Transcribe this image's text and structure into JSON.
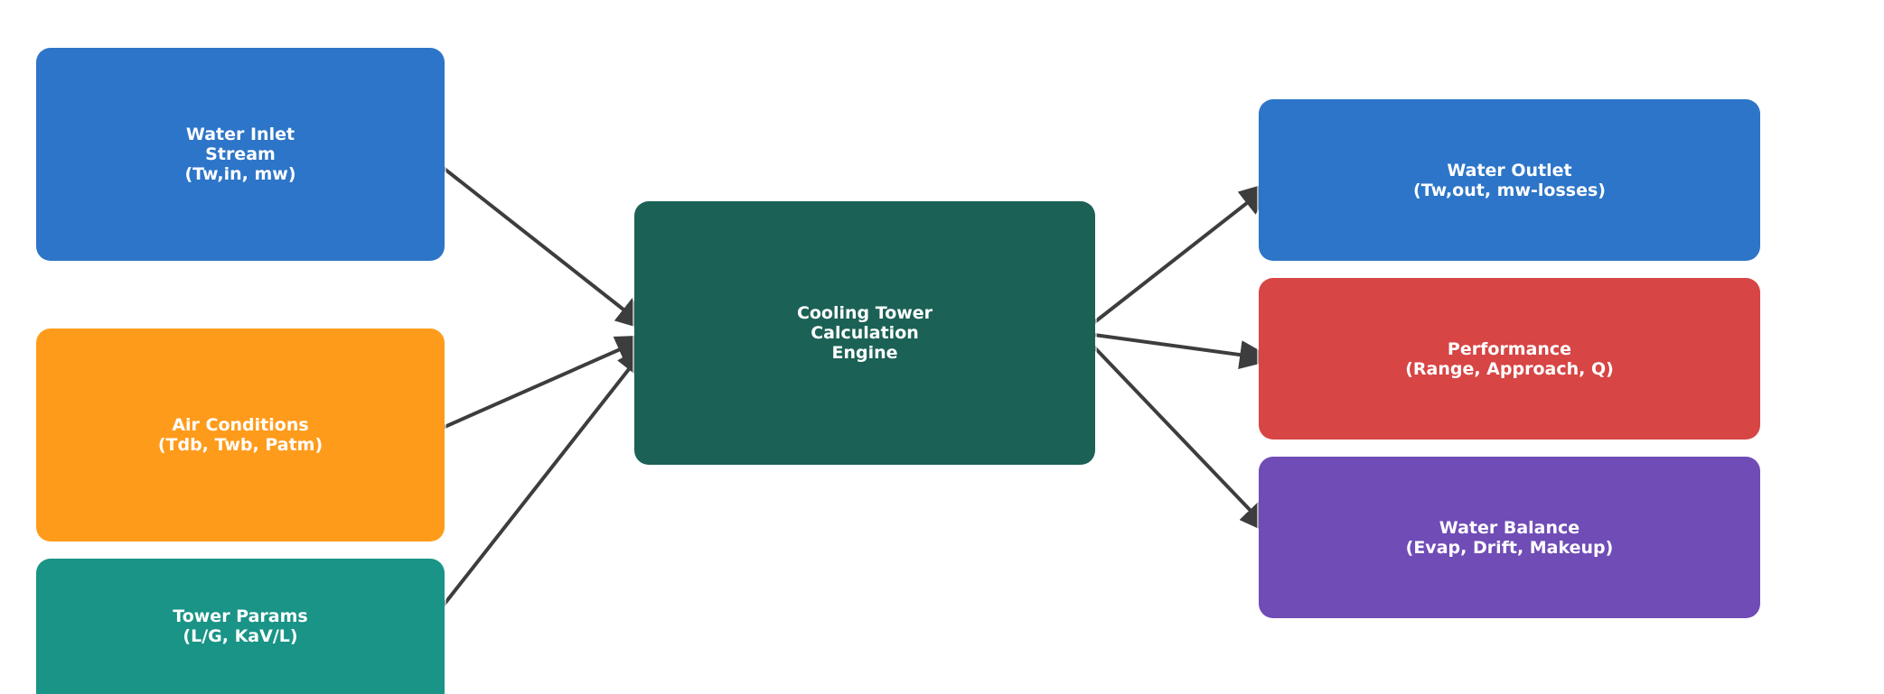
{
  "nodes": {
    "water_inlet": {
      "label": "Water Inlet\nStream\n(Tw,in, mw)",
      "color": "#2d75c8"
    },
    "air_conditions": {
      "label": "Air Conditions\n(Tdb, Twb, Patm)",
      "color": "#ff9b1b"
    },
    "tower_params": {
      "label": "Tower Params\n(L/G, KaV/L)",
      "color": "#199487"
    },
    "engine": {
      "label": "Cooling Tower\nCalculation\nEngine",
      "color": "#1b6156"
    },
    "water_outlet": {
      "label": "Water Outlet\n(Tw,out, mw-losses)",
      "color": "#2d75c8"
    },
    "performance": {
      "label": "Performance\n(Range, Approach, Q)",
      "color": "#d74545"
    },
    "water_balance": {
      "label": "Water Balance\n(Evap, Drift, Makeup)",
      "color": "#704cb6"
    }
  },
  "edges": [
    {
      "from": "water_inlet",
      "to": "engine"
    },
    {
      "from": "air_conditions",
      "to": "engine"
    },
    {
      "from": "tower_params",
      "to": "engine"
    },
    {
      "from": "engine",
      "to": "water_outlet"
    },
    {
      "from": "engine",
      "to": "performance"
    },
    {
      "from": "engine",
      "to": "water_balance"
    }
  ],
  "arrow_color": "#3d3d3d"
}
